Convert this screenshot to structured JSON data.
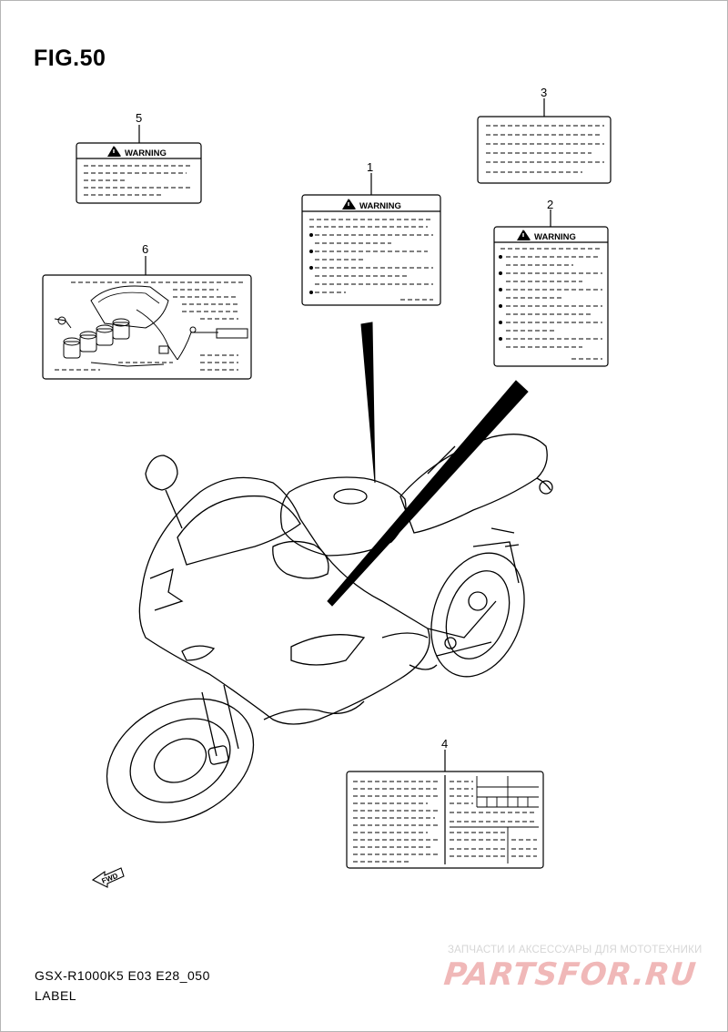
{
  "figure": {
    "title": "FIG.50",
    "model_code": "GSX-R1000K5  E03  E28_050",
    "section_name": "LABEL"
  },
  "callouts": [
    "1",
    "2",
    "3",
    "4",
    "5",
    "6"
  ],
  "labels": {
    "warning_text": "WARNING",
    "fwd_text": "FWD"
  },
  "watermark": {
    "tagline": "ЗАПЧАСТИ И АКСЕССУАРЫ ДЛЯ МОТОТЕХНИКИ",
    "logo": "PARTSFOR.RU"
  }
}
